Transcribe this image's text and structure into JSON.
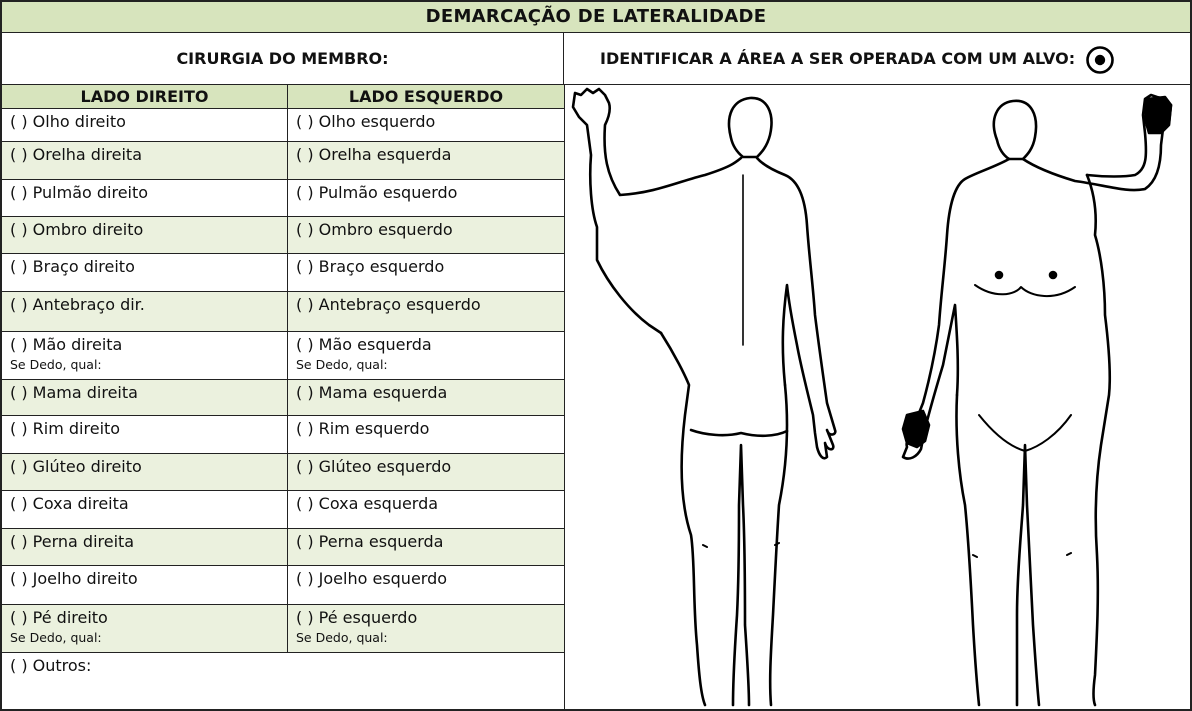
{
  "title": "DEMARCAÇÃO DE LATERALIDADE",
  "surgery_label": "CIRURGIA DO MEMBRO:",
  "target_instruction": "IDENTIFICAR A ÁREA A SER OPERADA COM UM ALVO:",
  "target_icon": "target-icon",
  "columns": {
    "right_side": "LADO DIREITO",
    "left_side": "LADO ESQUERDO"
  },
  "rows": [
    {
      "right": "( ) Olho direito",
      "left": "( ) Olho esquerdo"
    },
    {
      "right": "( ) Orelha direita",
      "left": "( ) Orelha esquerda"
    },
    {
      "right": "( ) Pulmão direito",
      "left": "( ) Pulmão esquerdo"
    },
    {
      "right": "( ) Ombro direito",
      "left": "( ) Ombro esquerdo"
    },
    {
      "right": "( ) Braço direito",
      "left": "( ) Braço esquerdo"
    },
    {
      "right": "( ) Antebraço dir.",
      "left": "( ) Antebraço esquerdo"
    },
    {
      "right": "( ) Mão direita",
      "left": "( ) Mão esquerda",
      "right_sub": "Se Dedo, qual:",
      "left_sub": "Se Dedo, qual:"
    },
    {
      "right": "( ) Mama direita",
      "left": "( ) Mama esquerda"
    },
    {
      "right": "( ) Rim direito",
      "left": "( ) Rim esquerdo"
    },
    {
      "right": "( ) Glúteo direito",
      "left": "( ) Glúteo esquerdo"
    },
    {
      "right": "( ) Coxa direita",
      "left": "( ) Coxa esquerda"
    },
    {
      "right": "( ) Perna direita",
      "left": "( ) Perna esquerda"
    },
    {
      "right": "( ) Joelho direito",
      "left": "( ) Joelho esquerdo"
    },
    {
      "right": "( ) Pé direito",
      "left": "( ) Pé esquerdo",
      "right_sub": "Se Dedo, qual:",
      "left_sub": "Se Dedo, qual:"
    }
  ],
  "outros": "( ) Outros:",
  "colors": {
    "header_green": "#d7e4bd",
    "row_green": "#ebf1de",
    "border": "#222222"
  }
}
